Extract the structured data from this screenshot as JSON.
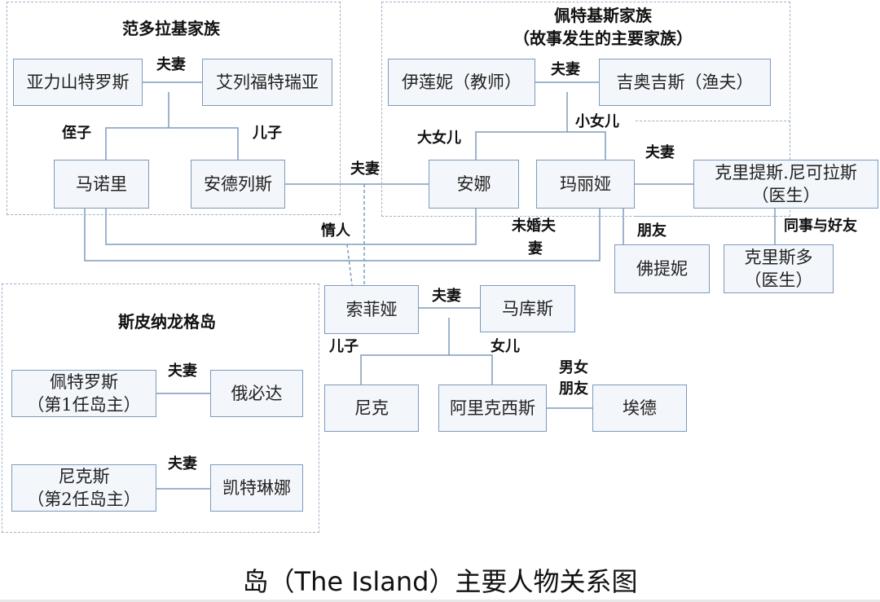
{
  "groups": {
    "vandorakis": {
      "title": "范多拉基家族"
    },
    "petrakis": {
      "title_line1": "佩特基斯家族",
      "title_line2": "（故事发生的主要家族）"
    },
    "spinalonga": {
      "title": "斯皮纳龙格岛"
    }
  },
  "people": {
    "alexandros": "亚力山特罗斯",
    "eleftheria": "艾列福特瑞亚",
    "manolis": "马诺里",
    "andreas": "安德列斯",
    "eleni": "伊莲妮（教师）",
    "giorgis": "吉奥吉斯（渔夫）",
    "anna": "安娜",
    "maria": "玛丽娅",
    "kritsotakis_line1": "克里提斯.尼可拉斯",
    "kritsotakis_line2": "（医生）",
    "kristos_line1": "克里斯多",
    "kristos_line2": "（医生）",
    "fotini": "佛提妮",
    "sofia": "索菲娅",
    "marcus": "马库斯",
    "nikos": "尼克",
    "alexis": "阿里克西斯",
    "ed": "埃德",
    "petros_line1": "佩特罗斯",
    "petros_line2": "（第1任岛主）",
    "ebida": "俄必达",
    "nicos_line1": "尼克斯",
    "nicos_line2": "（第2任岛主）",
    "katerina": "凯特琳娜"
  },
  "relations": {
    "couple": "夫妻",
    "nephew": "侄子",
    "son": "儿子",
    "eldest_daughter": "大女儿",
    "youngest_daughter": "小女儿",
    "lovers": "情人",
    "engaged_line1": "未婚夫",
    "engaged_line2": "妻",
    "friend": "朋友",
    "colleague": "同事与好友",
    "daughter": "女儿",
    "bf_gf_line1": "男女",
    "bf_gf_line2": "朋友"
  },
  "caption": "岛（The Island）主要人物关系图",
  "colors": {
    "node_border": "#7d9bbd",
    "node_fill": "#f3f6fa",
    "line": "#7d9bbd",
    "group_border": "#9fb3c8"
  }
}
